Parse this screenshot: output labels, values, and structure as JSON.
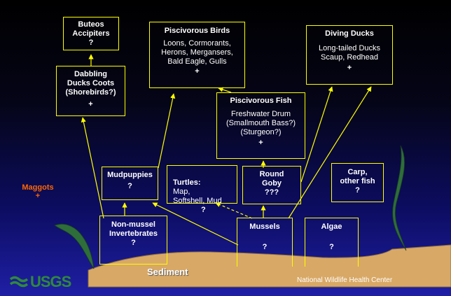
{
  "colors": {
    "box_border": "#ffff00",
    "arrow": "#ffff00",
    "text": "#ffffff",
    "maggots": "#ff6600",
    "sediment": "#d8a866",
    "sediment_edge": "#8a6a3a",
    "plant": "#2e6e3a",
    "usgs": "#2f8a3a"
  },
  "boxes": {
    "buteos": {
      "title": "Buteos\nAccipiters",
      "mark": "?"
    },
    "piscivorous_birds": {
      "title": "Piscivorous Birds",
      "species": "Loons, Cormorants,\nHerons, Mergansers,\nBald Eagle, Gulls",
      "mark": "+"
    },
    "diving_ducks": {
      "title": "Diving Ducks",
      "species": "Long-tailed Ducks\nScaup, Redhead",
      "mark": "+"
    },
    "dabbling_ducks": {
      "title": "Dabbling\nDucks Coots\n(Shorebirds?)",
      "mark": "+"
    },
    "piscivorous_fish": {
      "title": "Piscivorous Fish",
      "species": "Freshwater Drum\n(Smallmouth Bass?)\n(Sturgeon?)",
      "mark": "+"
    },
    "mudpuppies": {
      "title": "Mudpuppies",
      "mark": "?"
    },
    "turtles": {
      "title": "Turtles:",
      "species_inline": "Map,",
      "species": "Softshell, Mud",
      "mark": "?"
    },
    "round_goby": {
      "title": "Round\nGoby",
      "mark": "???"
    },
    "carp": {
      "title": "Carp,\nother fish",
      "mark": "?"
    },
    "non_mussel": {
      "title": "Non-mussel\nInvertebrates",
      "mark": "?"
    },
    "mussels": {
      "title": "Mussels",
      "mark": "?"
    },
    "algae": {
      "title": "Algae",
      "mark": "?"
    }
  },
  "maggots": {
    "label": "Maggots",
    "mark": "+"
  },
  "sediment": "Sediment",
  "credit": "National Wildlife Health Center",
  "logo": {
    "text": "USGS",
    "icon": "usgs-wave-icon"
  }
}
